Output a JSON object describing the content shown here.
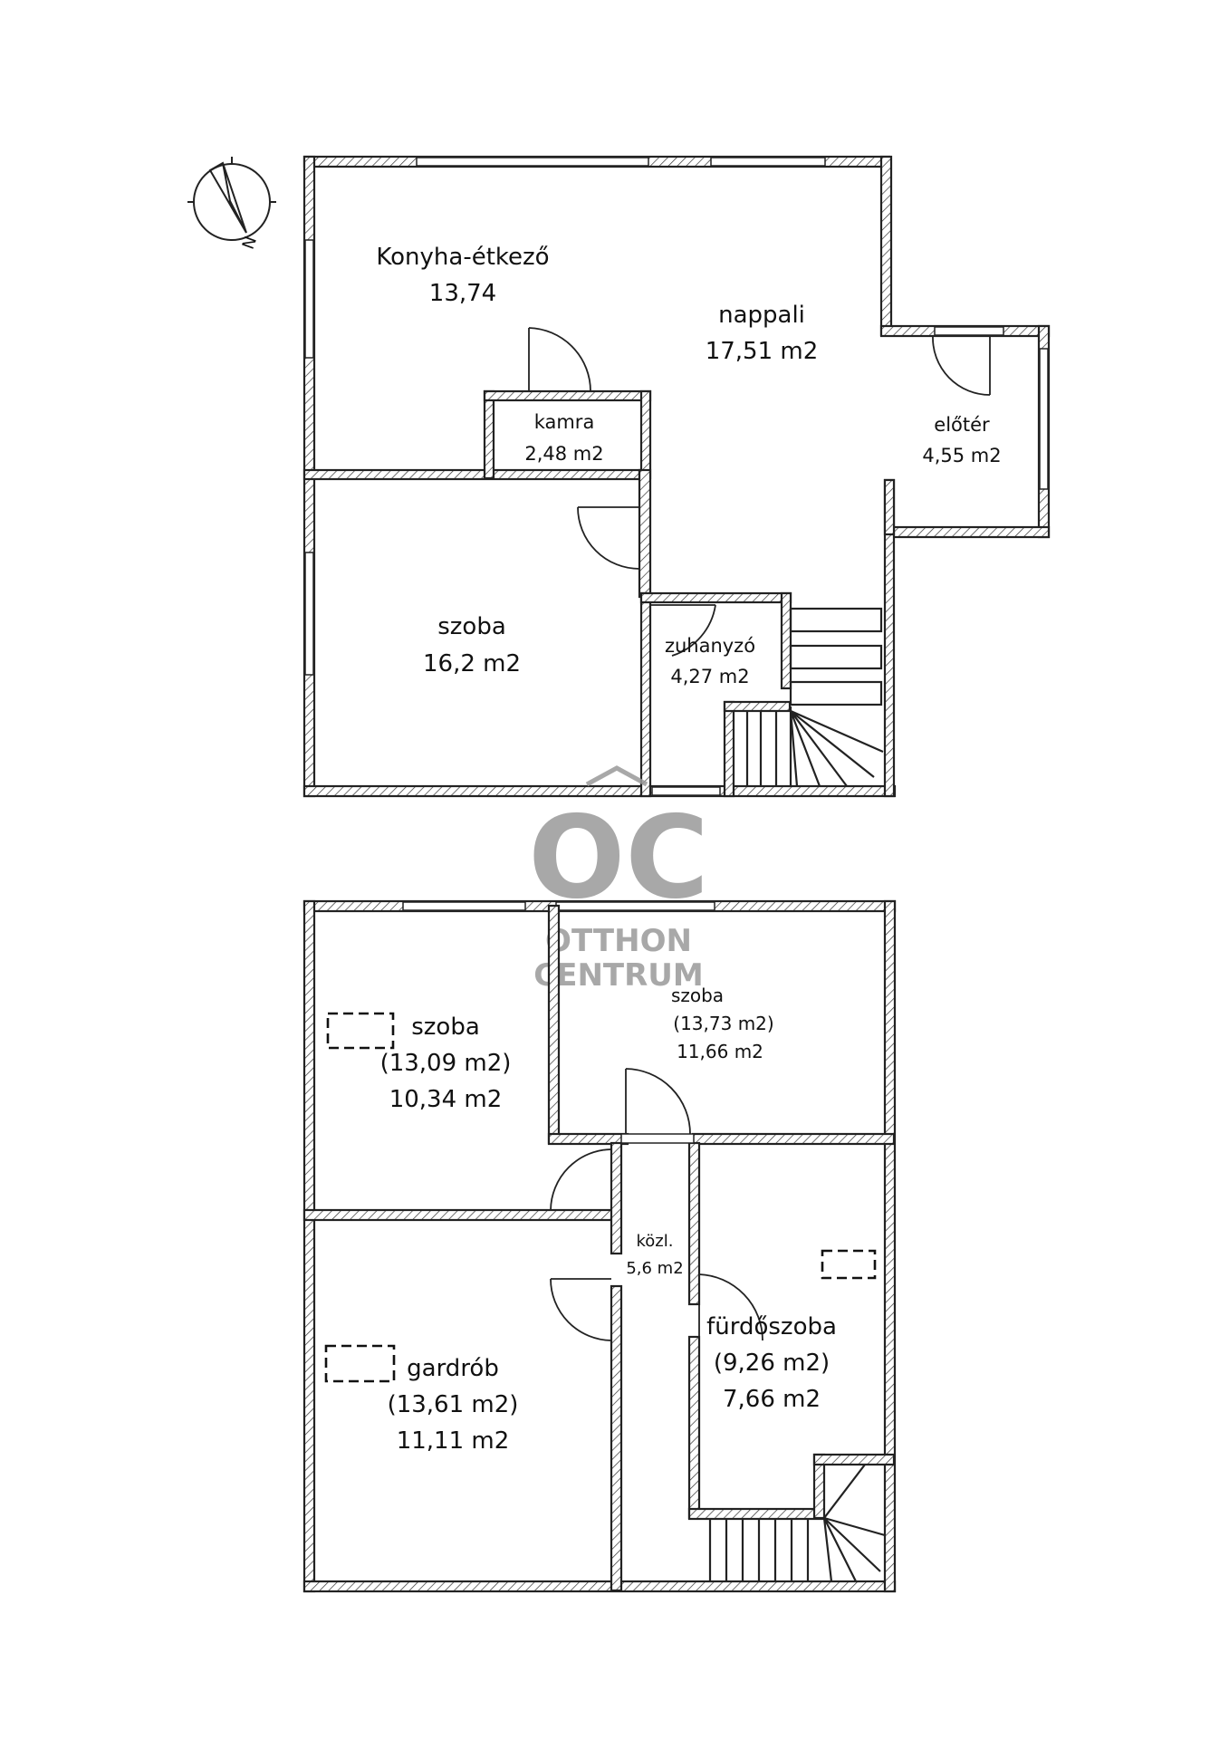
{
  "ground_floor": {
    "konyha": {
      "name": "Konyha-étkező",
      "area": "13,74"
    },
    "nappali": {
      "name": "nappali",
      "area": "17,51 m2"
    },
    "eloter": {
      "name": "előtér",
      "area": "4,55 m2"
    },
    "kamra": {
      "name": "kamra",
      "area": "2,48 m2"
    },
    "szoba": {
      "name": "szoba",
      "area": "16,2 m2"
    },
    "zuhanyzo": {
      "name": "zuhanyzó",
      "area": "4,27 m2"
    }
  },
  "upper_floor": {
    "szoba_left": {
      "name": "szoba",
      "gross": "(13,09 m2)",
      "area": "10,34 m2"
    },
    "szoba_right": {
      "name": "szoba",
      "gross": "(13,73 m2)",
      "area": "11,66 m2"
    },
    "gardrob": {
      "name": "gardrób",
      "gross": "(13,61 m2)",
      "area": "11,11 m2"
    },
    "kozl": {
      "name": "közl.",
      "area": "5,6 m2"
    },
    "furdoszoba": {
      "name": "fürdőszoba",
      "gross": "(9,26 m2)",
      "area": "7,66 m2"
    }
  },
  "compass": {
    "label": "N",
    "icon": "north-arrow-icon"
  },
  "watermark": {
    "line1": "OTTHON",
    "line2": "CENTRUM",
    "monogram": "OC"
  },
  "colors": {
    "wall": "#222222",
    "watermark": "#9a9a9a"
  }
}
